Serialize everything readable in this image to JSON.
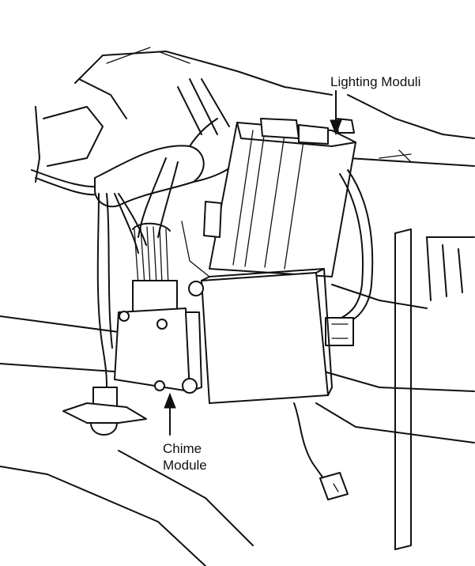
{
  "labels": {
    "lighting_module": "Lighting Moduli",
    "chime_line1": "Chime",
    "chime_line2": "Module"
  },
  "colors": {
    "ink": "#111111",
    "background": "#ffffff"
  }
}
